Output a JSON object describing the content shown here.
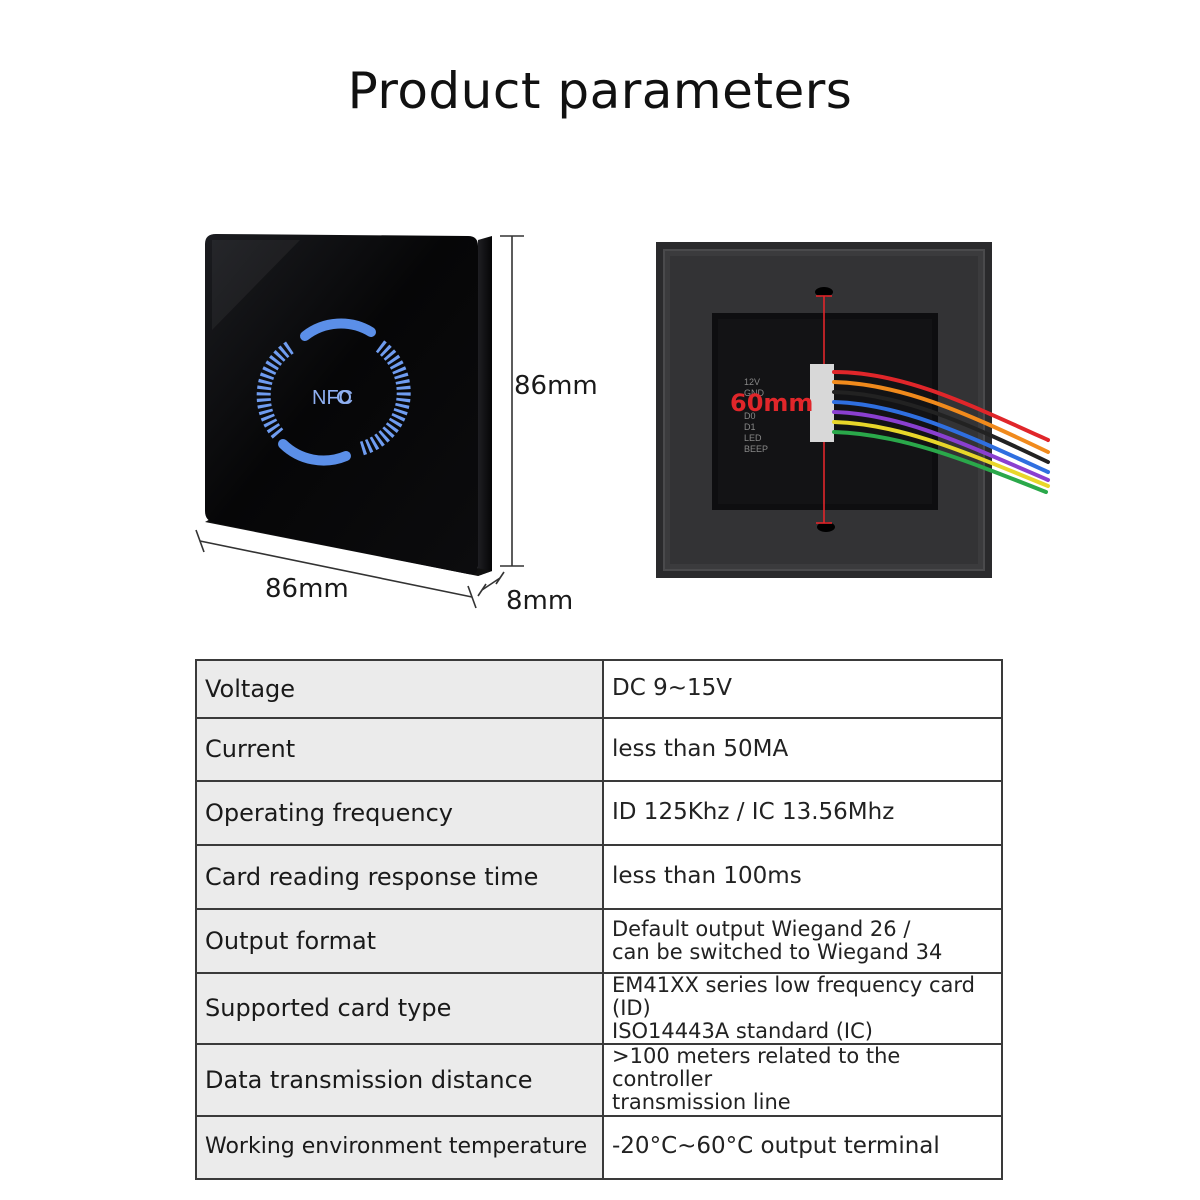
{
  "title": "Product parameters",
  "dimensions": {
    "height": "86mm",
    "width": "86mm",
    "depth": "8mm",
    "hole_spacing": "60mm"
  },
  "device_logo": "NFC",
  "terminal_labels": [
    "12V",
    "GND",
    "D0",
    "D1",
    "LED",
    "BEEP"
  ],
  "specs": [
    {
      "label": "Voltage",
      "value": "DC 9~15V"
    },
    {
      "label": "Current",
      "value": "less than 50MA"
    },
    {
      "label": "Operating frequency",
      "value": "ID 125Khz / IC 13.56Mhz"
    },
    {
      "label": "Card reading response time",
      "value": "less than 100ms"
    },
    {
      "label": "Output format",
      "value_lines": [
        "Default output Wiegand 26 /",
        "can be switched to Wiegand 34"
      ]
    },
    {
      "label": "Supported card type",
      "value_lines": [
        "EM41XX series low frequency card (ID)",
        "ISO14443A standard (IC)"
      ]
    },
    {
      "label": "Data transmission distance",
      "value_lines": [
        ">100 meters related to the controller",
        "transmission line"
      ]
    },
    {
      "label": "Working environment temperature",
      "value": "-20°C~60°C output terminal"
    }
  ],
  "colors": {
    "panel": "#0a0a0c",
    "ring": "#5b8fe8",
    "accent_red": "#e0262a",
    "foam": "#2a2a2a",
    "label_bg": "#ebebeb",
    "grid": "#3a3a3a"
  }
}
